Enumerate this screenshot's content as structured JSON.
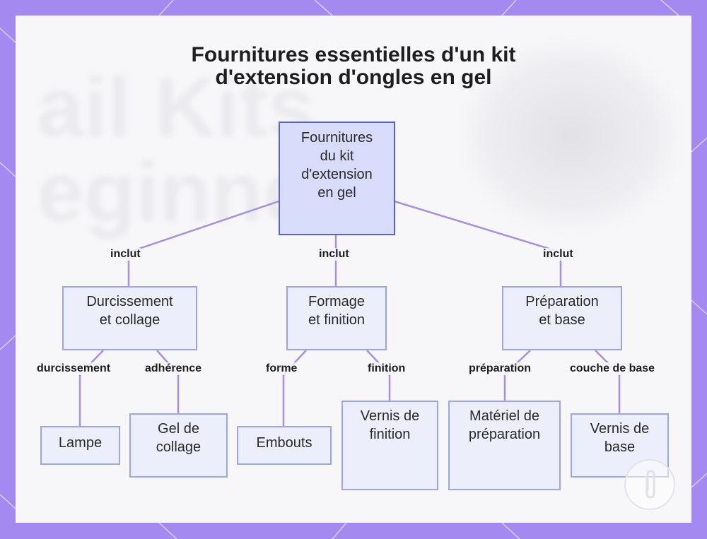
{
  "title_line1": "Fournitures essentielles d'un kit",
  "title_line2": "d'extension d'ongles en gel",
  "background_watermark": "ail Kits\neginners",
  "nodes": {
    "root": [
      "Fournitures",
      "du kit",
      "d'extension",
      "en gel"
    ],
    "durcissement": [
      "Durcissement",
      "et collage"
    ],
    "formage": [
      "Formage",
      "et finition"
    ],
    "preparation": [
      "Préparation",
      "et base"
    ],
    "lampe": [
      "Lampe"
    ],
    "gel": [
      "Gel de",
      "collage"
    ],
    "embouts": [
      "Embouts"
    ],
    "vernis_finition": [
      "Vernis de",
      "finition"
    ],
    "materiel": [
      "Matériel de",
      "préparation"
    ],
    "vernis_base": [
      "Vernis de",
      "base"
    ]
  },
  "edges": {
    "inclut_1": "inclut",
    "inclut_2": "inclut",
    "inclut_3": "inclut",
    "durcissement": "durcissement",
    "adherence": "adhérence",
    "forme": "forme",
    "finition": "finition",
    "preparation": "préparation",
    "couche_base": "couche de base"
  },
  "colors": {
    "frame": "#a48af0",
    "edge": "#a98ee6",
    "node_fill": "#eceefb",
    "node_border": "#9aa6e8",
    "root_fill": "#d8dcfb",
    "root_border": "#5b66c4"
  }
}
